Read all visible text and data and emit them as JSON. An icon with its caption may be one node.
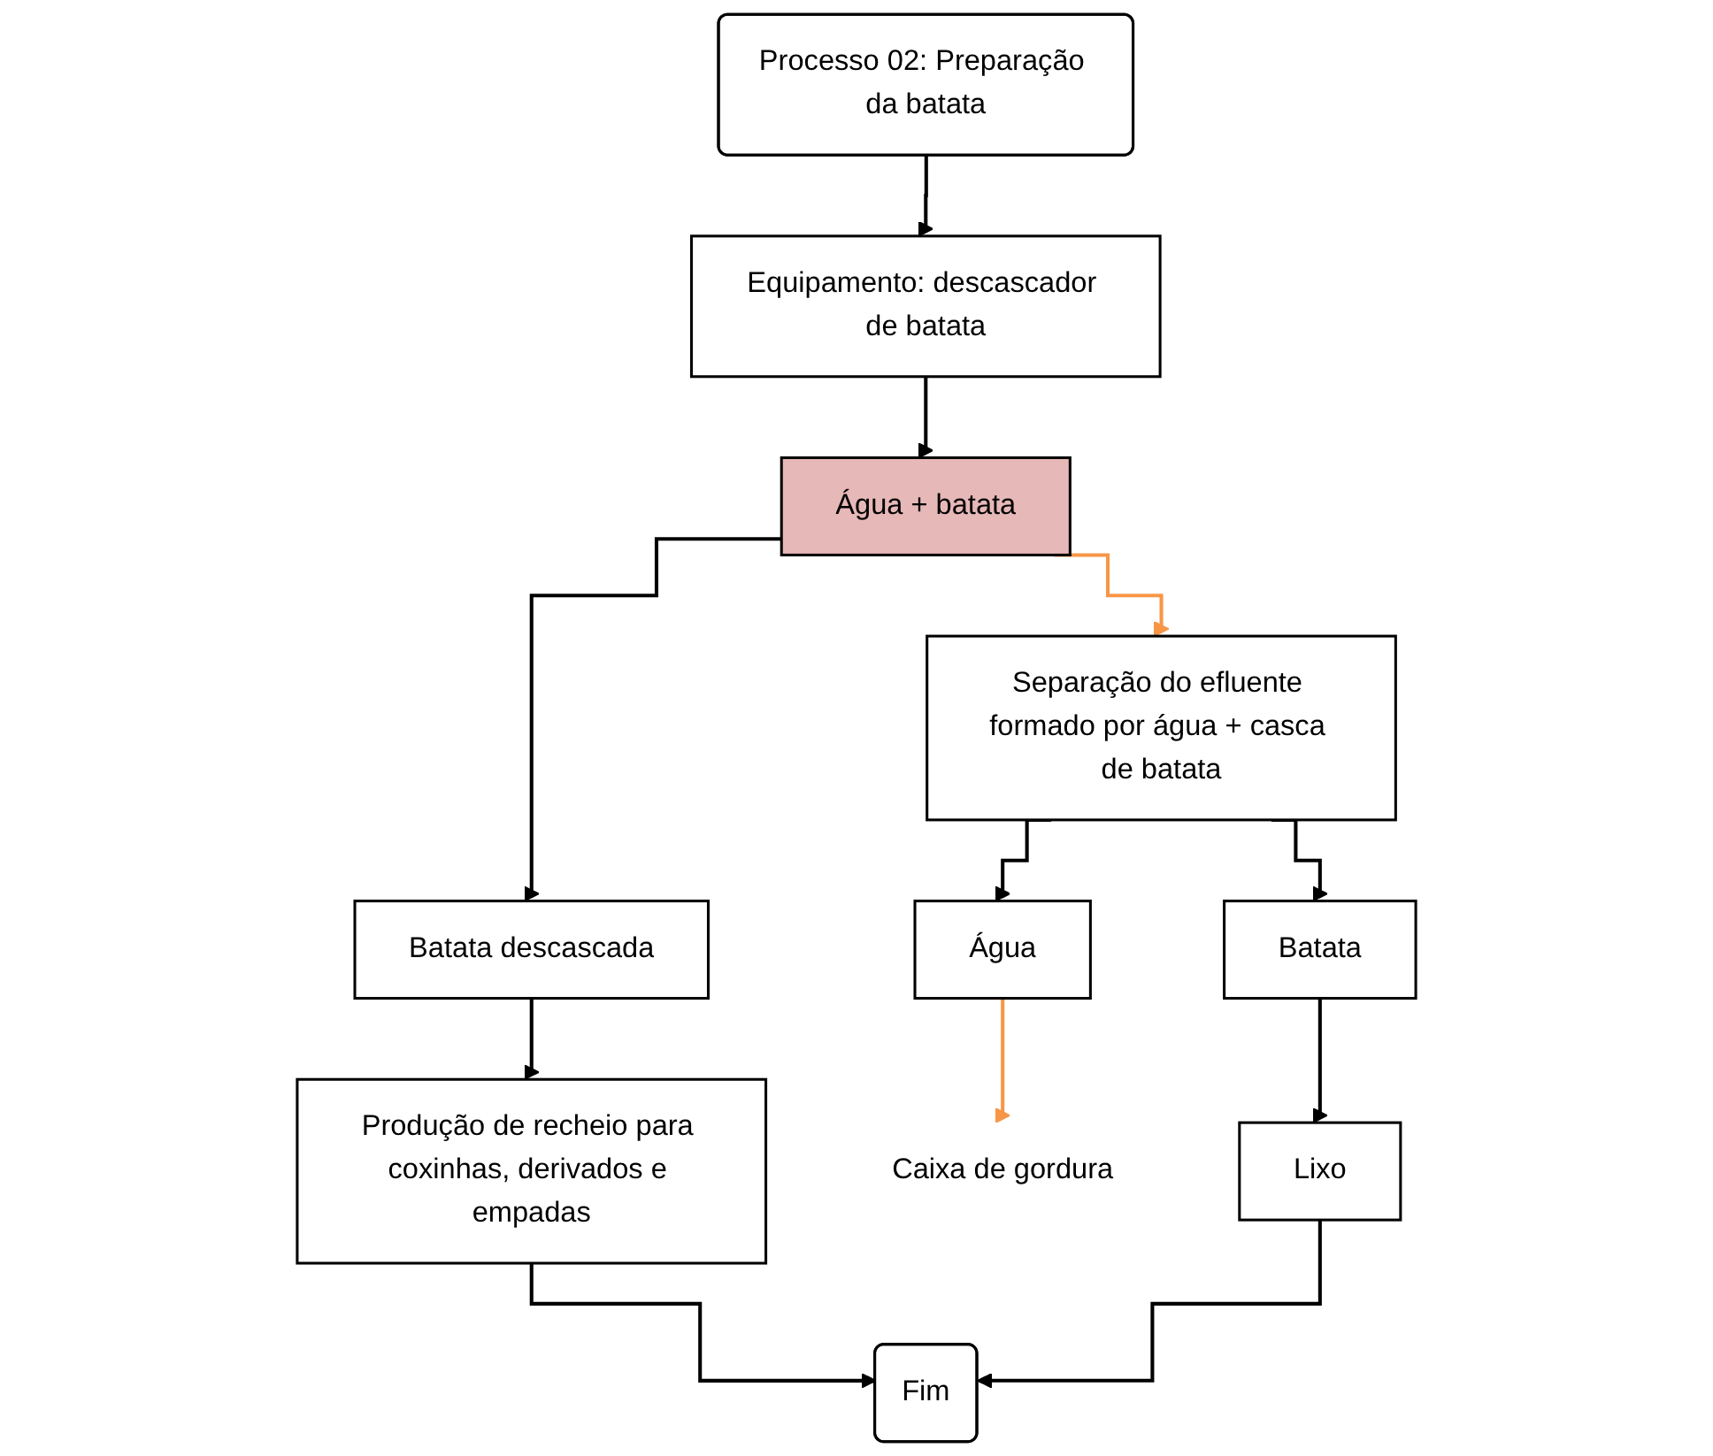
{
  "diagram": {
    "nodes": [
      {
        "text": [
          "Processo 02: Preparação da batata"
        ]
      },
      {
        "text": [
          "Equipamento: descascador de batata"
        ]
      },
      {
        "text": [
          "Água + batata"
        ]
      },
      {
        "text": [
          "Batata descascada"
        ]
      },
      {
        "text": [
          "Separação do efluente formado por água + casca de batata"
        ]
      },
      {
        "text": [
          "Produção de recheio para coxinhas, derivados e empadas"
        ]
      },
      {
        "text": [
          "Batata"
        ]
      },
      {
        "text": [
          "Água"
        ]
      },
      {
        "text": [
          "Caixa de gordura"
        ]
      },
      {
        "text": [
          "Lixo"
        ]
      },
      {
        "text": [
          "Fim"
        ]
      }
    ],
    "edges": [
      {
        "from": 0,
        "to": 1,
        "arrow": "to"
      },
      {
        "from": 1,
        "to": 2,
        "arrow": "to"
      },
      {
        "from": 2,
        "to": 3,
        "arrow": "to"
      },
      {
        "from": 2,
        "to": 4,
        "arrow": "to",
        "color": "#f79646"
      },
      {
        "from": 3,
        "to": 5,
        "arrow": "to"
      },
      {
        "from": 4,
        "to": 6,
        "arrow": "to"
      },
      {
        "from": 4,
        "to": 7,
        "arrow": "to"
      },
      {
        "from": 7,
        "to": 8,
        "arrow": "to",
        "color": "#f79646"
      },
      {
        "from": 6,
        "to": 9,
        "arrow": "to"
      },
      {
        "from": 5,
        "to": 10,
        "arrow": "to"
      },
      {
        "from": 9,
        "to": 10,
        "arrow": "to"
      }
    ]
  }
}
